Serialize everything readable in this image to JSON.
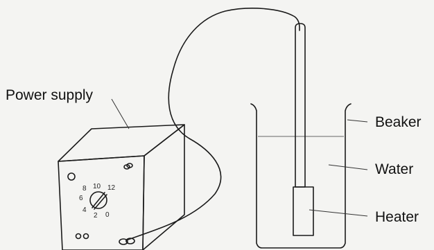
{
  "labels": {
    "power_supply": "Power supply",
    "beaker": "Beaker",
    "water": "Water",
    "heater": "Heater"
  },
  "dial_numbers": [
    "8",
    "10",
    "12",
    "6",
    "4",
    "2",
    "0"
  ],
  "colors": {
    "background": "#f4f4f2",
    "ink": "#1a1a1a"
  }
}
